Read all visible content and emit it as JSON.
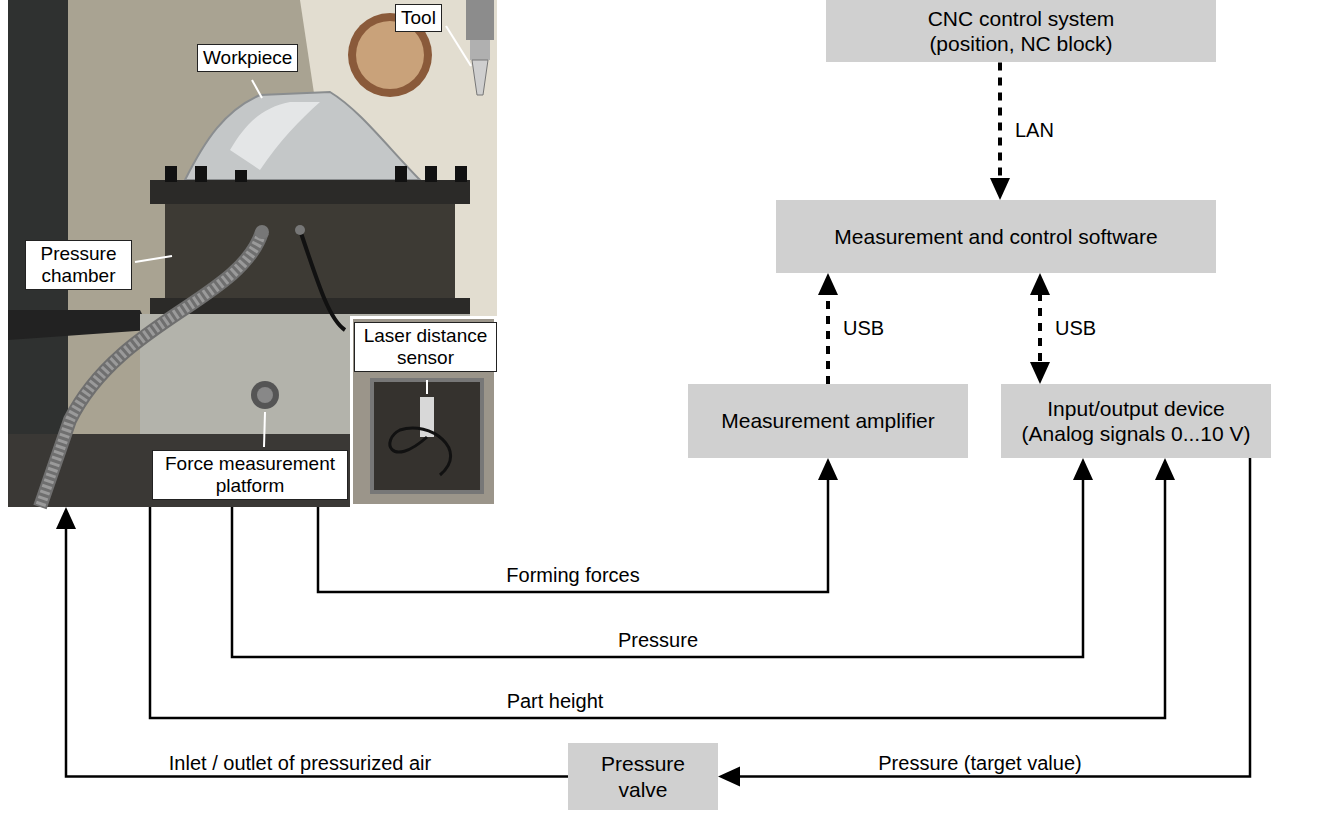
{
  "diagram": {
    "nodes": [
      {
        "text": []
      },
      {
        "text": [
          "Tool"
        ],
        "in": 0
      },
      {
        "text": [
          "Workpiece"
        ],
        "in": 0
      },
      {
        "text": [
          "Pressure chamber"
        ],
        "in": 0
      },
      {
        "text": [
          "Laser distance sensor"
        ],
        "in": 0
      },
      {
        "text": [
          "Force measurement platform"
        ],
        "in": 0
      },
      {
        "text": [
          "CNC control system (position, NC block)"
        ]
      },
      {
        "text": [
          "Measurement and control software"
        ]
      },
      {
        "text": [
          "Measurement amplifier"
        ]
      },
      {
        "text": [
          "Input/output device (Analog signals 0...10 V)"
        ]
      },
      {
        "text": [
          "Pressure valve"
        ]
      }
    ],
    "edges": [
      {
        "from": 6,
        "to": 7,
        "arrow": "to",
        "label": "LAN"
      },
      {
        "from": 8,
        "to": 7,
        "arrow": "to",
        "label": "USB"
      },
      {
        "from": 7,
        "to": 9,
        "arrow": "both",
        "label": "USB"
      },
      {
        "from": 0,
        "to": 8,
        "arrow": "to",
        "label": "Forming forces"
      },
      {
        "from": 0,
        "to": 9,
        "arrow": "to",
        "label": "Pressure"
      },
      {
        "from": 0,
        "to": 9,
        "arrow": "to",
        "label": "Part height"
      },
      {
        "from": 9,
        "to": 10,
        "arrow": "to",
        "label": "Pressure (target value)"
      },
      {
        "from": 10,
        "to": 0,
        "arrow": "to",
        "label": "Inlet / outlet of pressurized air"
      }
    ]
  }
}
